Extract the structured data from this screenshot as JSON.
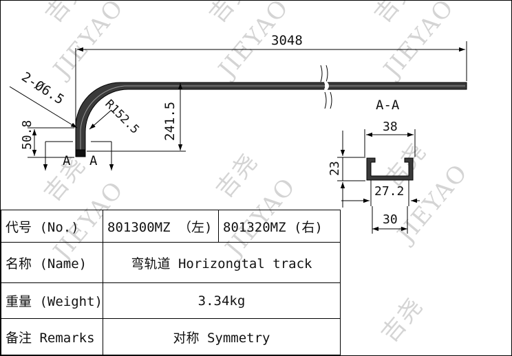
{
  "drawing": {
    "dims": {
      "length": "3048",
      "hole_spec": "2-Ø6.5",
      "radius": "R152.5",
      "height": "241.5",
      "offset": "50.8",
      "section_mark": "A",
      "section_title": "A-A",
      "width_outer": "38",
      "height_section": "23",
      "width_inner": "27.2",
      "width_base": "30"
    }
  },
  "spec_table": {
    "rows": [
      {
        "label": "代号 (No.)",
        "values": [
          "801300MZ （左)",
          "801320MZ (右)"
        ]
      },
      {
        "label": "名称 (Name)",
        "values": [
          "弯轨道 Horizongtal track"
        ]
      },
      {
        "label": "重量 (Weight)",
        "values": [
          "3.34kg"
        ]
      },
      {
        "label": "备注 Remarks",
        "values": [
          "对称 Symmetry"
        ]
      }
    ]
  },
  "watermark": {
    "text_cn": "吉尧",
    "text_en": "JIEYAO"
  },
  "colors": {
    "line": "#000000",
    "track": "#333333",
    "watermark": "#d4d4d4"
  }
}
